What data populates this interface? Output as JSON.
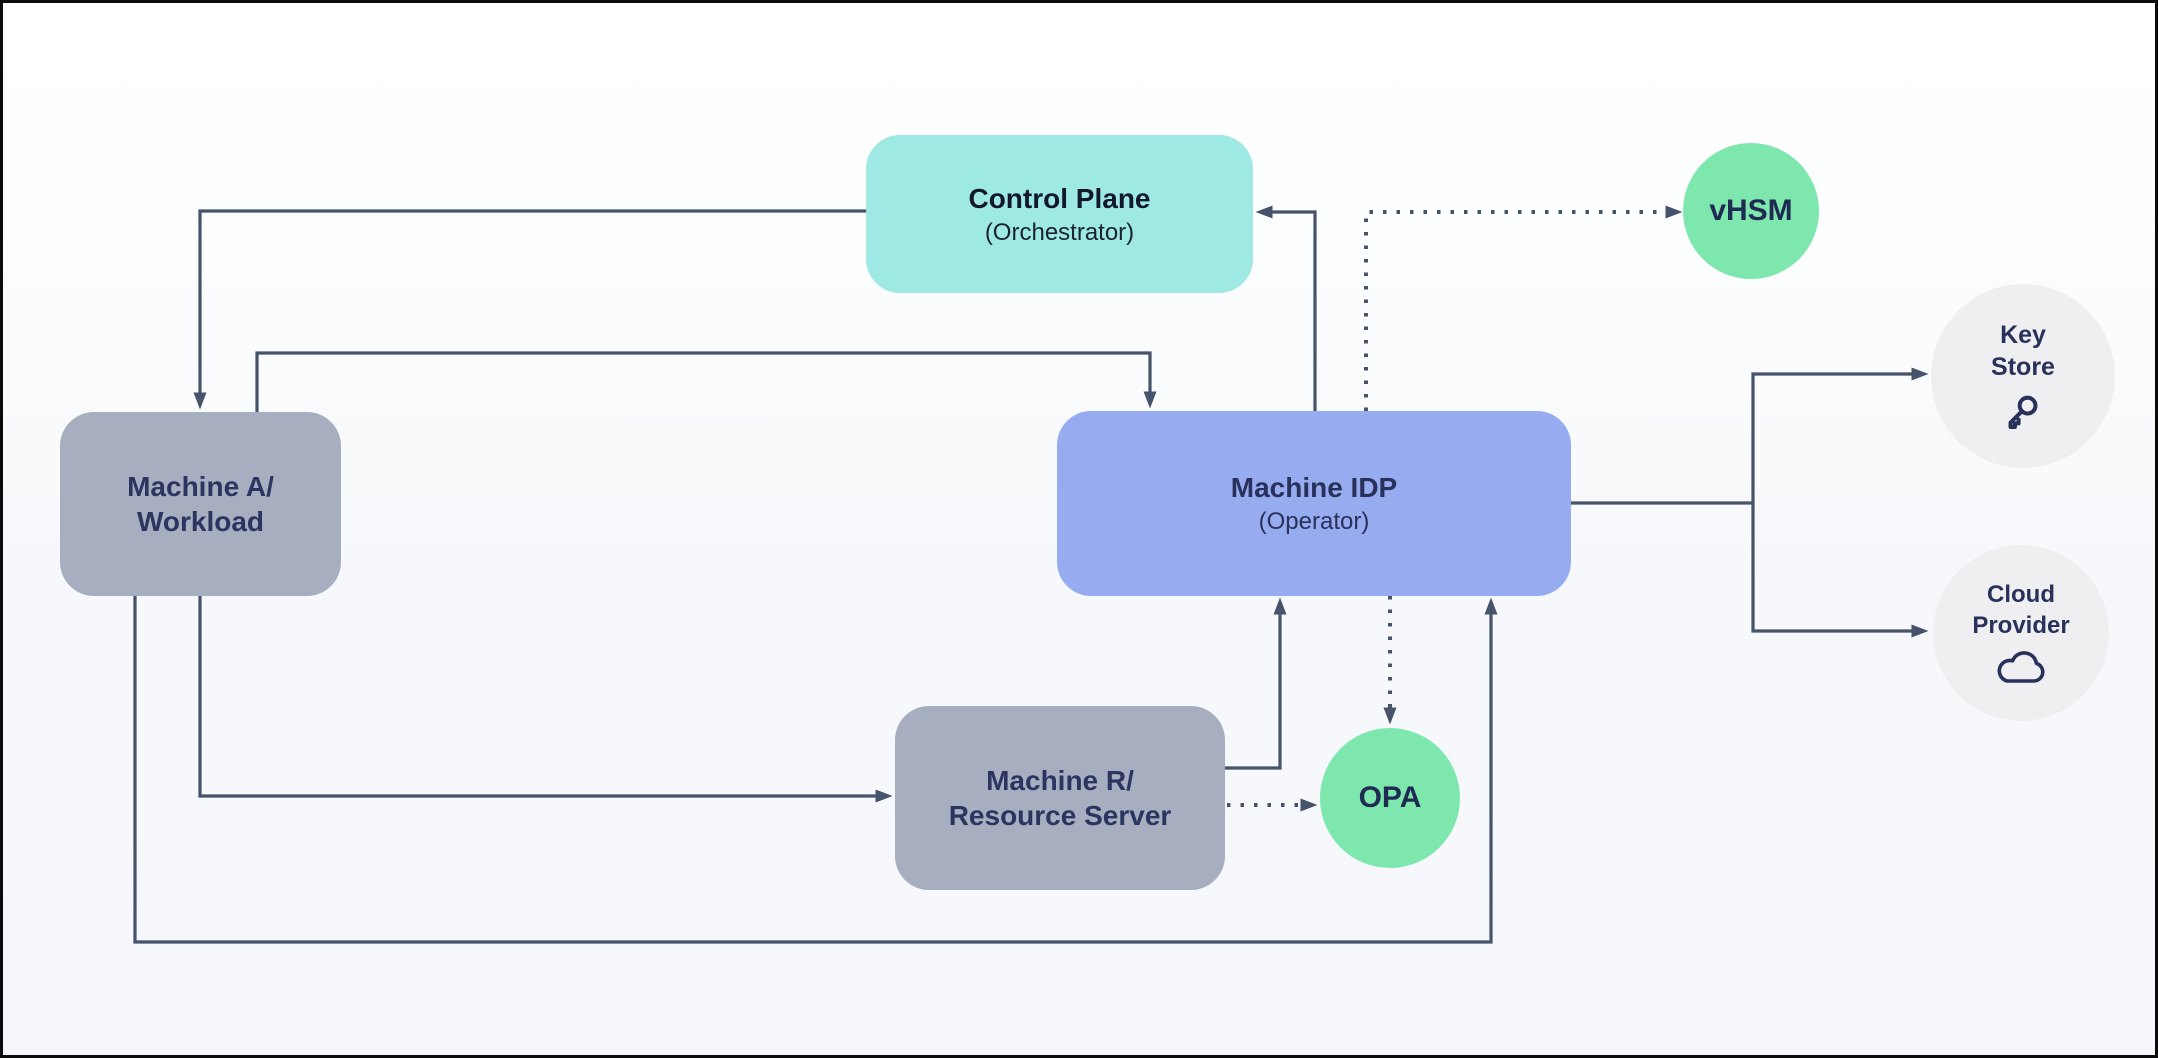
{
  "diagram": {
    "nodes": {
      "control_plane": {
        "title": "Control Plane",
        "subtitle": "(Orchestrator)"
      },
      "machine_a": {
        "line1": "Machine A/",
        "line2": "Workload"
      },
      "machine_idp": {
        "title": "Machine IDP",
        "subtitle": "(Operator)"
      },
      "machine_r": {
        "line1": "Machine R/",
        "line2": "Resource Server"
      },
      "vhsm": {
        "label": "vHSM"
      },
      "opa": {
        "label": "OPA"
      },
      "key_store": {
        "line1": "Key",
        "line2": "Store",
        "icon": "key-icon"
      },
      "cloud_provider": {
        "line1": "Cloud",
        "line2": "Provider",
        "icon": "cloud-icon"
      }
    },
    "edges": [
      {
        "from": "Control Plane (Orchestrator)",
        "to": "Machine A/Workload",
        "style": "solid",
        "arrow": "into Machine A top"
      },
      {
        "from": "Machine A/Workload",
        "to": "Machine IDP (Operator)",
        "style": "solid",
        "arrow": "into Machine IDP top",
        "route": "over the top"
      },
      {
        "from": "Machine IDP (Operator)",
        "to": "Control Plane (Orchestrator)",
        "style": "solid",
        "arrow": "into Control Plane right side"
      },
      {
        "from": "Machine IDP (Operator)",
        "to": "vHSM",
        "style": "dotted",
        "arrow": "into vHSM left side"
      },
      {
        "from": "Machine IDP (Operator)",
        "to": "OPA",
        "style": "dotted",
        "arrow": "into OPA top"
      },
      {
        "from": "Machine R/Resource Server",
        "to": "OPA",
        "style": "dotted",
        "arrow": "into OPA left side"
      },
      {
        "from": "Machine R/Resource Server",
        "to": "Machine IDP (Operator)",
        "style": "solid",
        "arrow": "into Machine IDP bottom"
      },
      {
        "from": "Machine A/Workload",
        "to": "Machine R/Resource Server",
        "style": "solid",
        "arrow": "into Machine R left side"
      },
      {
        "from": "Machine A/Workload",
        "to": "Machine IDP (Operator)",
        "style": "solid",
        "arrow": "into Machine IDP bottom",
        "route": "around the bottom"
      },
      {
        "from": "Machine IDP (Operator)",
        "to": "Key Store",
        "style": "solid",
        "arrow": "into Key Store left side"
      },
      {
        "from": "Machine IDP (Operator)",
        "to": "Cloud Provider",
        "style": "solid",
        "arrow": "into Cloud Provider left side"
      }
    ],
    "colors": {
      "control_plane_fill": "#9fe9e5",
      "machine_gray_fill": "#a7aec0",
      "machine_idp_fill": "#97abf0",
      "green_circle_fill": "#7de7ad",
      "light_circle_fill": "#efeff2",
      "connector": "#47536b",
      "text_navy": "#2b3560",
      "background": "#f6f8fb",
      "frame_border": "#0b0b0b"
    }
  }
}
